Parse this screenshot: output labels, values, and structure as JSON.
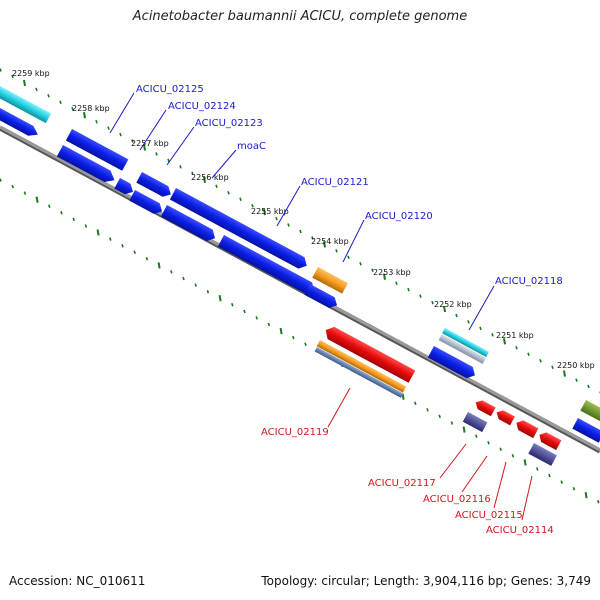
{
  "title": "Acinetobacter baumannii ACICU, complete genome",
  "footer": {
    "accession": "Accession: NC_010611",
    "summary": "Topology: circular; Length: 3,904,116 bp; Genes: 3,749"
  },
  "colors": {
    "forward_gene": "#0a1ee6",
    "reverse_gene": "#e60a0a",
    "backbone": "#8a8a8a",
    "tick": "#1a7a1a",
    "forward_label": "#1a1acc",
    "reverse_label": "#cc1a1a",
    "cyan_feature": "#22d0e0",
    "orange_feature": "#f59a1e",
    "olive_feature": "#6a9a2a",
    "slate_feature": "#4a4a90"
  },
  "scale_labels": [
    "2259 kbp",
    "2258 kbp",
    "2257 kbp",
    "2256 kbp",
    "2255 kbp",
    "2254 kbp",
    "2253 kbp",
    "2252 kbp",
    "2251 kbp",
    "2250 kbp"
  ],
  "forward_gene_labels": [
    "ACICU_02125",
    "ACICU_02124",
    "ACICU_02123",
    "moaC",
    "ACICU_02121",
    "ACICU_02120",
    "ACICU_02118"
  ],
  "reverse_gene_labels": [
    "ACICU_02119",
    "ACICU_02117",
    "ACICU_02116",
    "ACICU_02115",
    "ACICU_02114"
  ]
}
